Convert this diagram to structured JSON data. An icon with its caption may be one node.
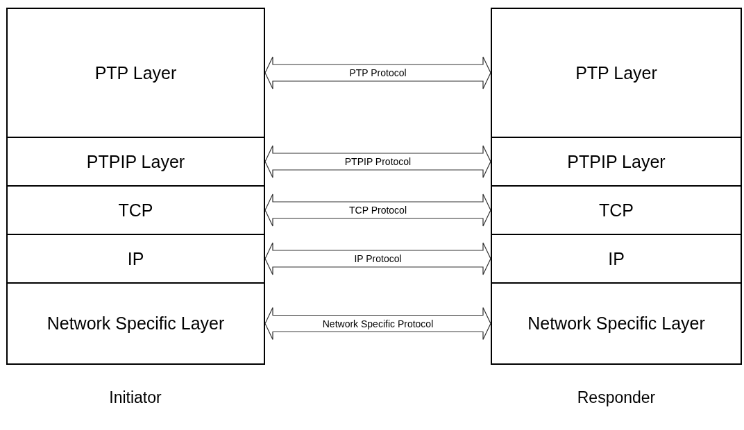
{
  "diagram": {
    "nodes": [
      {
        "text": [
          "PTP Layer"
        ]
      },
      {
        "text": [
          "PTPIP Layer"
        ]
      },
      {
        "text": [
          "TCP"
        ]
      },
      {
        "text": [
          "IP"
        ]
      },
      {
        "text": [
          "Network Specific Layer"
        ]
      },
      {
        "text": [
          "PTP Layer"
        ]
      },
      {
        "text": [
          "PTPIP Layer"
        ]
      },
      {
        "text": [
          "TCP"
        ]
      },
      {
        "text": [
          "IP"
        ]
      },
      {
        "text": [
          "Network Specific Layer"
        ]
      }
    ],
    "edges": [
      {
        "from": 0,
        "to": 5,
        "arrow": "both",
        "label": "PTP Protocol"
      },
      {
        "from": 1,
        "to": 6,
        "arrow": "both",
        "label": "PTPIP Protocol"
      },
      {
        "from": 2,
        "to": 7,
        "arrow": "both",
        "label": "TCP Protocol"
      },
      {
        "from": 3,
        "to": 8,
        "arrow": "both",
        "label": "IP Protocol"
      },
      {
        "from": 4,
        "to": 9,
        "arrow": "both",
        "label": "Network Specific Protocol"
      }
    ],
    "labels": [
      "Initiator",
      "Responder"
    ]
  }
}
